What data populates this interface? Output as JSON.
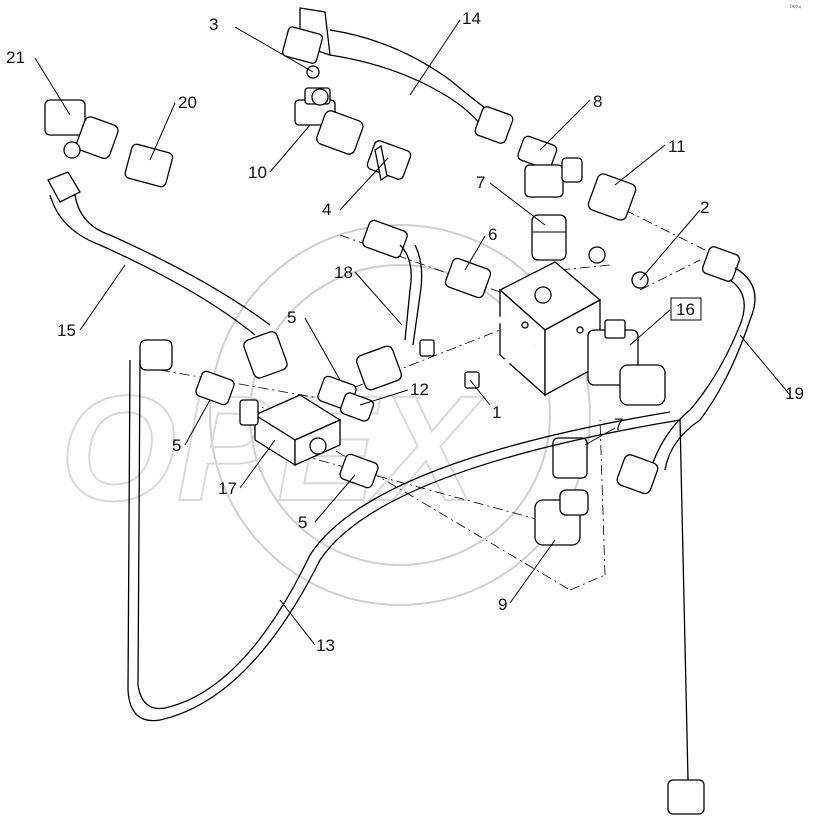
{
  "diagram": {
    "corner_mark": "⁰⁰⁷⁴",
    "watermark_text": "OPEX",
    "callouts": [
      {
        "id": "1",
        "label": "1"
      },
      {
        "id": "2",
        "label": "2"
      },
      {
        "id": "3",
        "label": "3"
      },
      {
        "id": "4",
        "label": "4"
      },
      {
        "id": "5a",
        "label": "5"
      },
      {
        "id": "5b",
        "label": "5"
      },
      {
        "id": "5c",
        "label": "5"
      },
      {
        "id": "6",
        "label": "6"
      },
      {
        "id": "7a",
        "label": "7"
      },
      {
        "id": "7b",
        "label": "7"
      },
      {
        "id": "8",
        "label": "8"
      },
      {
        "id": "9",
        "label": "9"
      },
      {
        "id": "10",
        "label": "10"
      },
      {
        "id": "11",
        "label": "11"
      },
      {
        "id": "12",
        "label": "12"
      },
      {
        "id": "13",
        "label": "13"
      },
      {
        "id": "14",
        "label": "14"
      },
      {
        "id": "15",
        "label": "15"
      },
      {
        "id": "16",
        "label": "16",
        "boxed": true
      },
      {
        "id": "17",
        "label": "17"
      },
      {
        "id": "18",
        "label": "18"
      },
      {
        "id": "19",
        "label": "19"
      },
      {
        "id": "20",
        "label": "20"
      },
      {
        "id": "21",
        "label": "21"
      }
    ]
  }
}
